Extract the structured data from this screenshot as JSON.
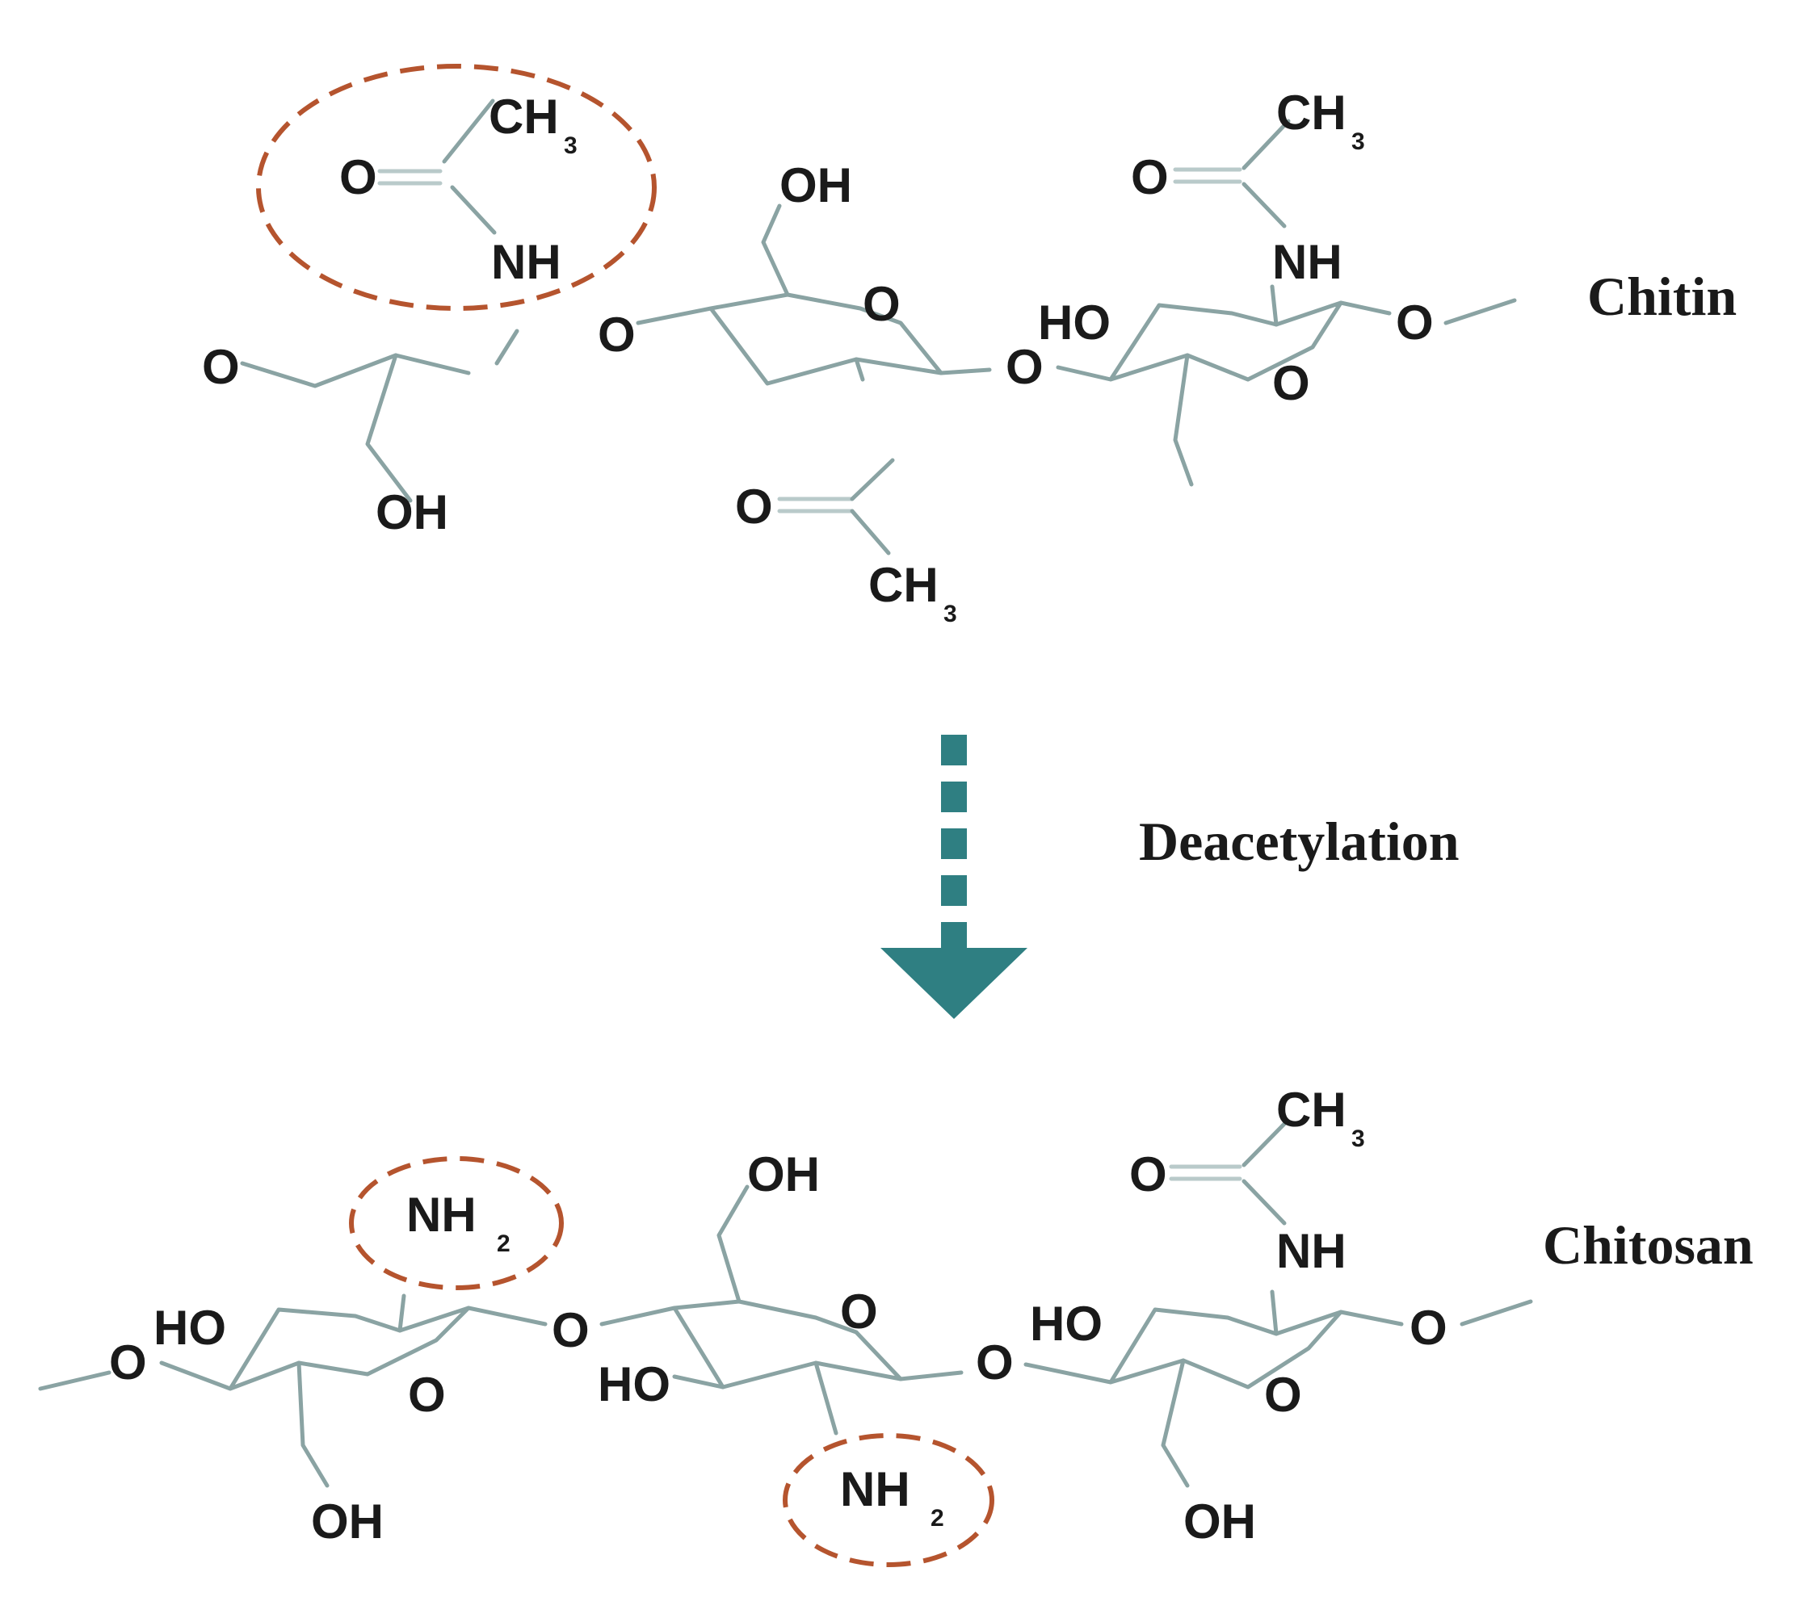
{
  "labels": {
    "chitin": "Chitin",
    "chitosan": "Chitosan",
    "process": "Deacetylation"
  },
  "atoms": {
    "O": "O",
    "OH": "OH",
    "HO": "HO",
    "NH": "NH",
    "N": "N",
    "NH_main": "NH",
    "CH": "CH",
    "sub2": "2",
    "sub3": "3"
  },
  "colors": {
    "bond": "#8aa3a3",
    "highlight": "#b5542e",
    "arrow": "#2f7f82",
    "text": "#1a1a1a"
  }
}
